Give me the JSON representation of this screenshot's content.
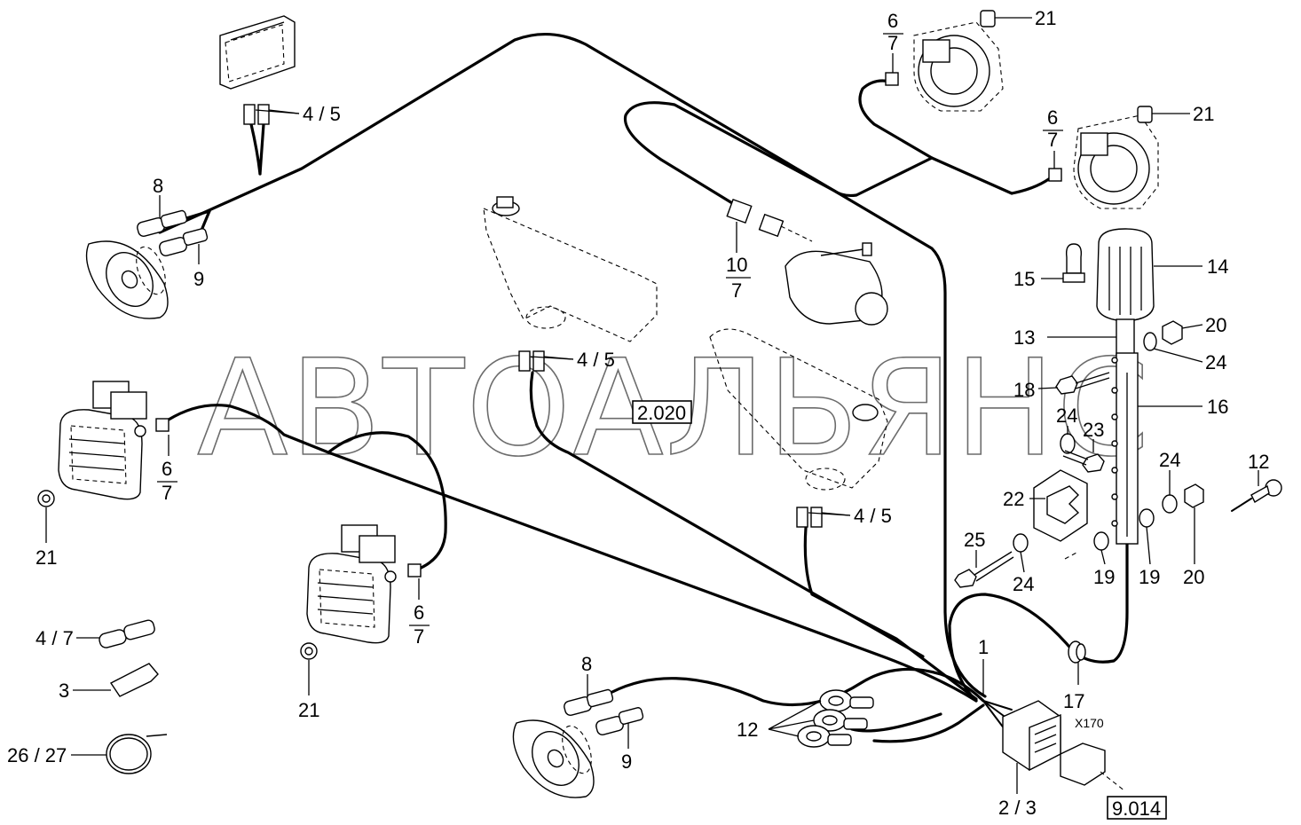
{
  "watermark": "АВТОАЛЬЯНС",
  "references": {
    "ref_2020": "2.020",
    "ref_9014": "9.014"
  },
  "connector_label": "X170",
  "callouts": {
    "c_4_5_top": "4 / 5",
    "c_8_left": "8",
    "c_9_left": "9",
    "c_10_7_num": "10",
    "c_10_7_den": "7",
    "c_4_5_mid": "4 / 5",
    "c_4_5_lowmid": "4 / 5",
    "c_6_7_top_num": "6",
    "c_6_7_top_den": "7",
    "c_21_top": "21",
    "c_6_7_right_num": "6",
    "c_6_7_right_den": "7",
    "c_21_right": "21",
    "c_14": "14",
    "c_15": "15",
    "c_13": "13",
    "c_20_top": "20",
    "c_24_top": "24",
    "c_18": "18",
    "c_16": "16",
    "c_24_mid": "24",
    "c_23": "23",
    "c_22": "22",
    "c_24_right": "24",
    "c_12_right": "12",
    "c_25": "25",
    "c_24_low": "24",
    "c_19_a": "19",
    "c_19_b": "19",
    "c_20_low": "20",
    "c_6_7_left_num": "6",
    "c_6_7_left_den": "7",
    "c_21_left": "21",
    "c_6_7_mid_num": "6",
    "c_6_7_mid_den": "7",
    "c_21_mid": "21",
    "c_4_7": "4 / 7",
    "c_3": "3",
    "c_26_27": "26 / 27",
    "c_8_bottom": "8",
    "c_9_bottom": "9",
    "c_12_bottom": "12",
    "c_1": "1",
    "c_2_3": "2 / 3",
    "c_17": "17"
  }
}
